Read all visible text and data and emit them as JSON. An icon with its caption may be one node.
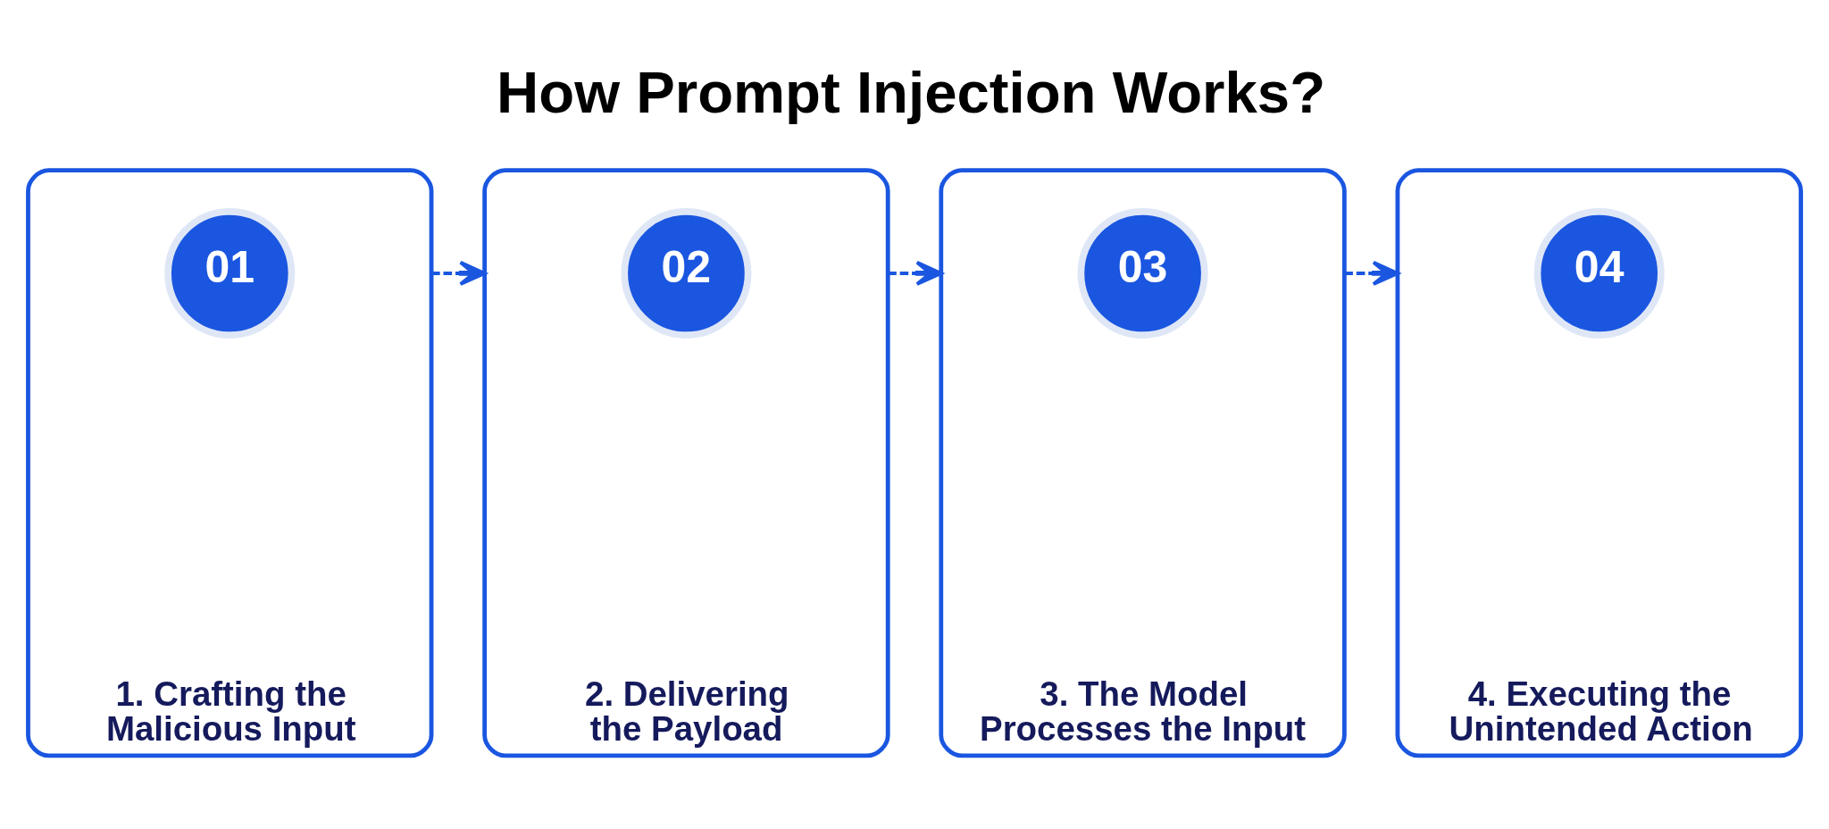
{
  "diagram": {
    "title": "How Prompt Injection Works?",
    "nodes": [
      {
        "text": [
          "1. Crafting the Malicious Input"
        ]
      },
      {
        "text": [
          "01"
        ],
        "in": 0
      },
      {
        "text": [
          "2. Delivering the Payload"
        ]
      },
      {
        "text": [
          "02"
        ],
        "in": 2
      },
      {
        "text": [
          "3. The Model Processes the Input"
        ]
      },
      {
        "text": [
          "03"
        ],
        "in": 4
      },
      {
        "text": [
          "4. Executing the Unintended Action"
        ]
      },
      {
        "text": [
          "04"
        ],
        "in": 6
      }
    ],
    "edges": [
      {
        "from": 0,
        "to": 2,
        "arrow": "to",
        "style": "dashed"
      },
      {
        "from": 2,
        "to": 4,
        "arrow": "to",
        "style": "dashed"
      },
      {
        "from": 4,
        "to": 6,
        "arrow": "to",
        "style": "dashed"
      }
    ]
  }
}
